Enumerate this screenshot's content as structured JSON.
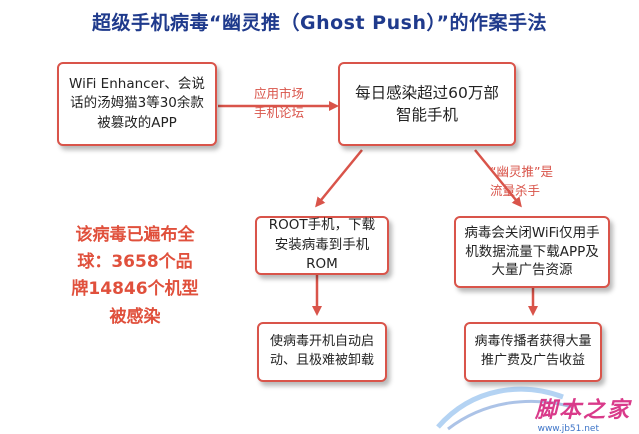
{
  "title": "超级手机病毒“幽灵推（Ghost Push）”的作案手法",
  "boxes": {
    "source": "WiFi Enhancer、会说话的汤姆猫3等30余款被篡改的APP",
    "daily": "每日感染超过60万部智能手机",
    "root": "ROOT手机，下载安装病毒到手机ROM",
    "wifi": "病毒会关闭WiFi仅用手机数据流量下载APP及大量广告资源",
    "autostart": "使病毒开机自动启动、且极难被卸载",
    "profit": "病毒传播者获得大量推广费及广告收益"
  },
  "labels": {
    "channel_line1": "应用市场",
    "channel_line2": "手机论坛",
    "killer_line1": "“幽灵推”是",
    "killer_line2": "流量杀手"
  },
  "side_note": "该病毒已遍布全球：3658个品牌14846个机型被感染",
  "watermark": {
    "text": "脚本之家",
    "url": "www.jb51.net"
  },
  "colors": {
    "title": "#1f3a8c",
    "accent": "#d9544a",
    "note": "#e0503c"
  }
}
